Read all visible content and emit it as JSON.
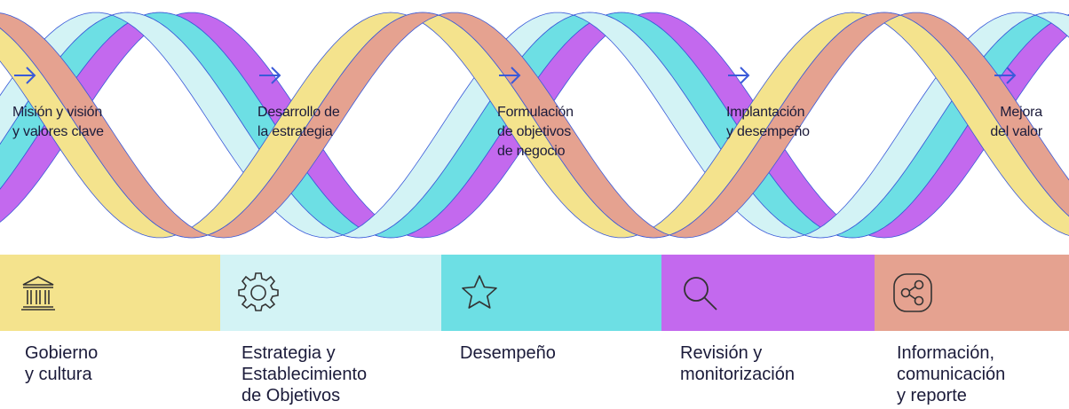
{
  "palette": {
    "yellow": "#f4e38d",
    "lightcyan": "#d3f3f5",
    "cyan": "#6ddfe4",
    "purple": "#c369ee",
    "salmon": "#e5a290",
    "accent": "#3a5ad9"
  },
  "steps": [
    {
      "label": "Misión y visión\ny valores clave",
      "icon": "arrow-right-icon"
    },
    {
      "label": "Desarrollo de\nla estrategia",
      "icon": "arrow-right-icon"
    },
    {
      "label": "Formulación\nde objetivos\nde negocio",
      "icon": "arrow-right-icon"
    },
    {
      "label": "Implantación\ny desempeño",
      "icon": "arrow-right-icon"
    },
    {
      "label": "Mejora\ndel valor",
      "icon": "arrow-right-icon"
    }
  ],
  "pillars": [
    {
      "label": "Gobierno\ny cultura",
      "icon": "institution-icon",
      "color": "#f4e38d"
    },
    {
      "label": "Estrategia y\nEstablecimiento\nde Objetivos",
      "icon": "gear-icon",
      "color": "#d3f3f5"
    },
    {
      "label": "Desempeño",
      "icon": "star-icon",
      "color": "#6ddfe4"
    },
    {
      "label": "Revisión y\nmonitorización",
      "icon": "search-icon",
      "color": "#c369ee"
    },
    {
      "label": "Información,\ncomunicación\ny reporte",
      "icon": "share-icon",
      "color": "#e5a290"
    }
  ]
}
